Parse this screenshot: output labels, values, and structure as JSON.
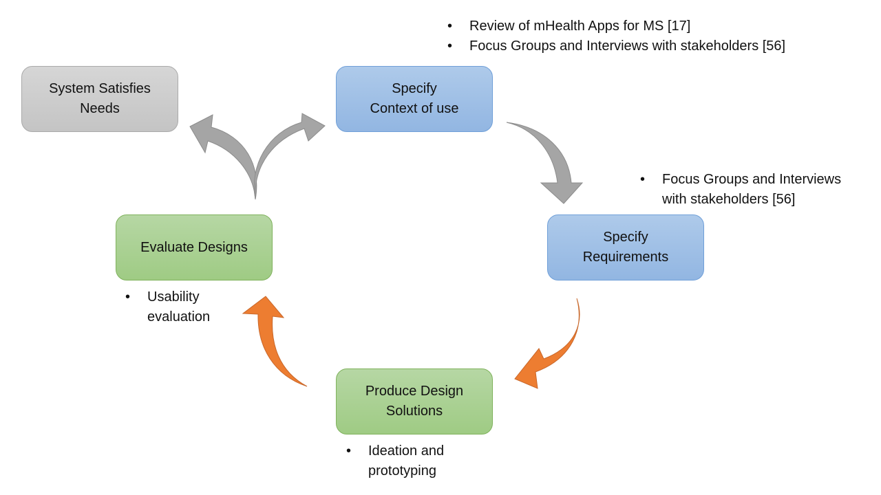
{
  "diagram": {
    "colors": {
      "gray_box": "#cccccc",
      "blue_box": "#9fc0e6",
      "green_box": "#a9d18e",
      "gray_arrow": "#a5a5a5",
      "orange_arrow": "#ed7d31"
    },
    "boxes": {
      "system_satisfies_needs": "System Satisfies\nNeeds",
      "specify_context": "Specify\nContext of use",
      "specify_requirements": "Specify\nRequirements",
      "evaluate_designs": "Evaluate Designs",
      "produce_design_solutions": "Produce Design\nSolutions"
    },
    "notes": {
      "context": [
        "Review of mHealth Apps for MS [17]",
        "Focus Groups and Interviews with stakeholders [56]"
      ],
      "requirements": [
        "Focus Groups and Interviews with stakeholders [56]"
      ],
      "evaluate": [
        "Usability evaluation"
      ],
      "produce": [
        "Ideation and prototyping"
      ]
    },
    "bullet_glyph": "•",
    "arrows": [
      {
        "from": "Specify Context of use",
        "to": "Specify Requirements",
        "color": "gray"
      },
      {
        "from": "Specify Requirements",
        "to": "Produce Design Solutions",
        "color": "orange"
      },
      {
        "from": "Produce Design Solutions",
        "to": "Evaluate Designs",
        "color": "orange"
      },
      {
        "from": "Evaluate Designs",
        "to": "Specify Context of use",
        "color": "gray"
      },
      {
        "from": "Evaluate Designs",
        "to": "System Satisfies Needs",
        "color": "gray"
      }
    ]
  }
}
